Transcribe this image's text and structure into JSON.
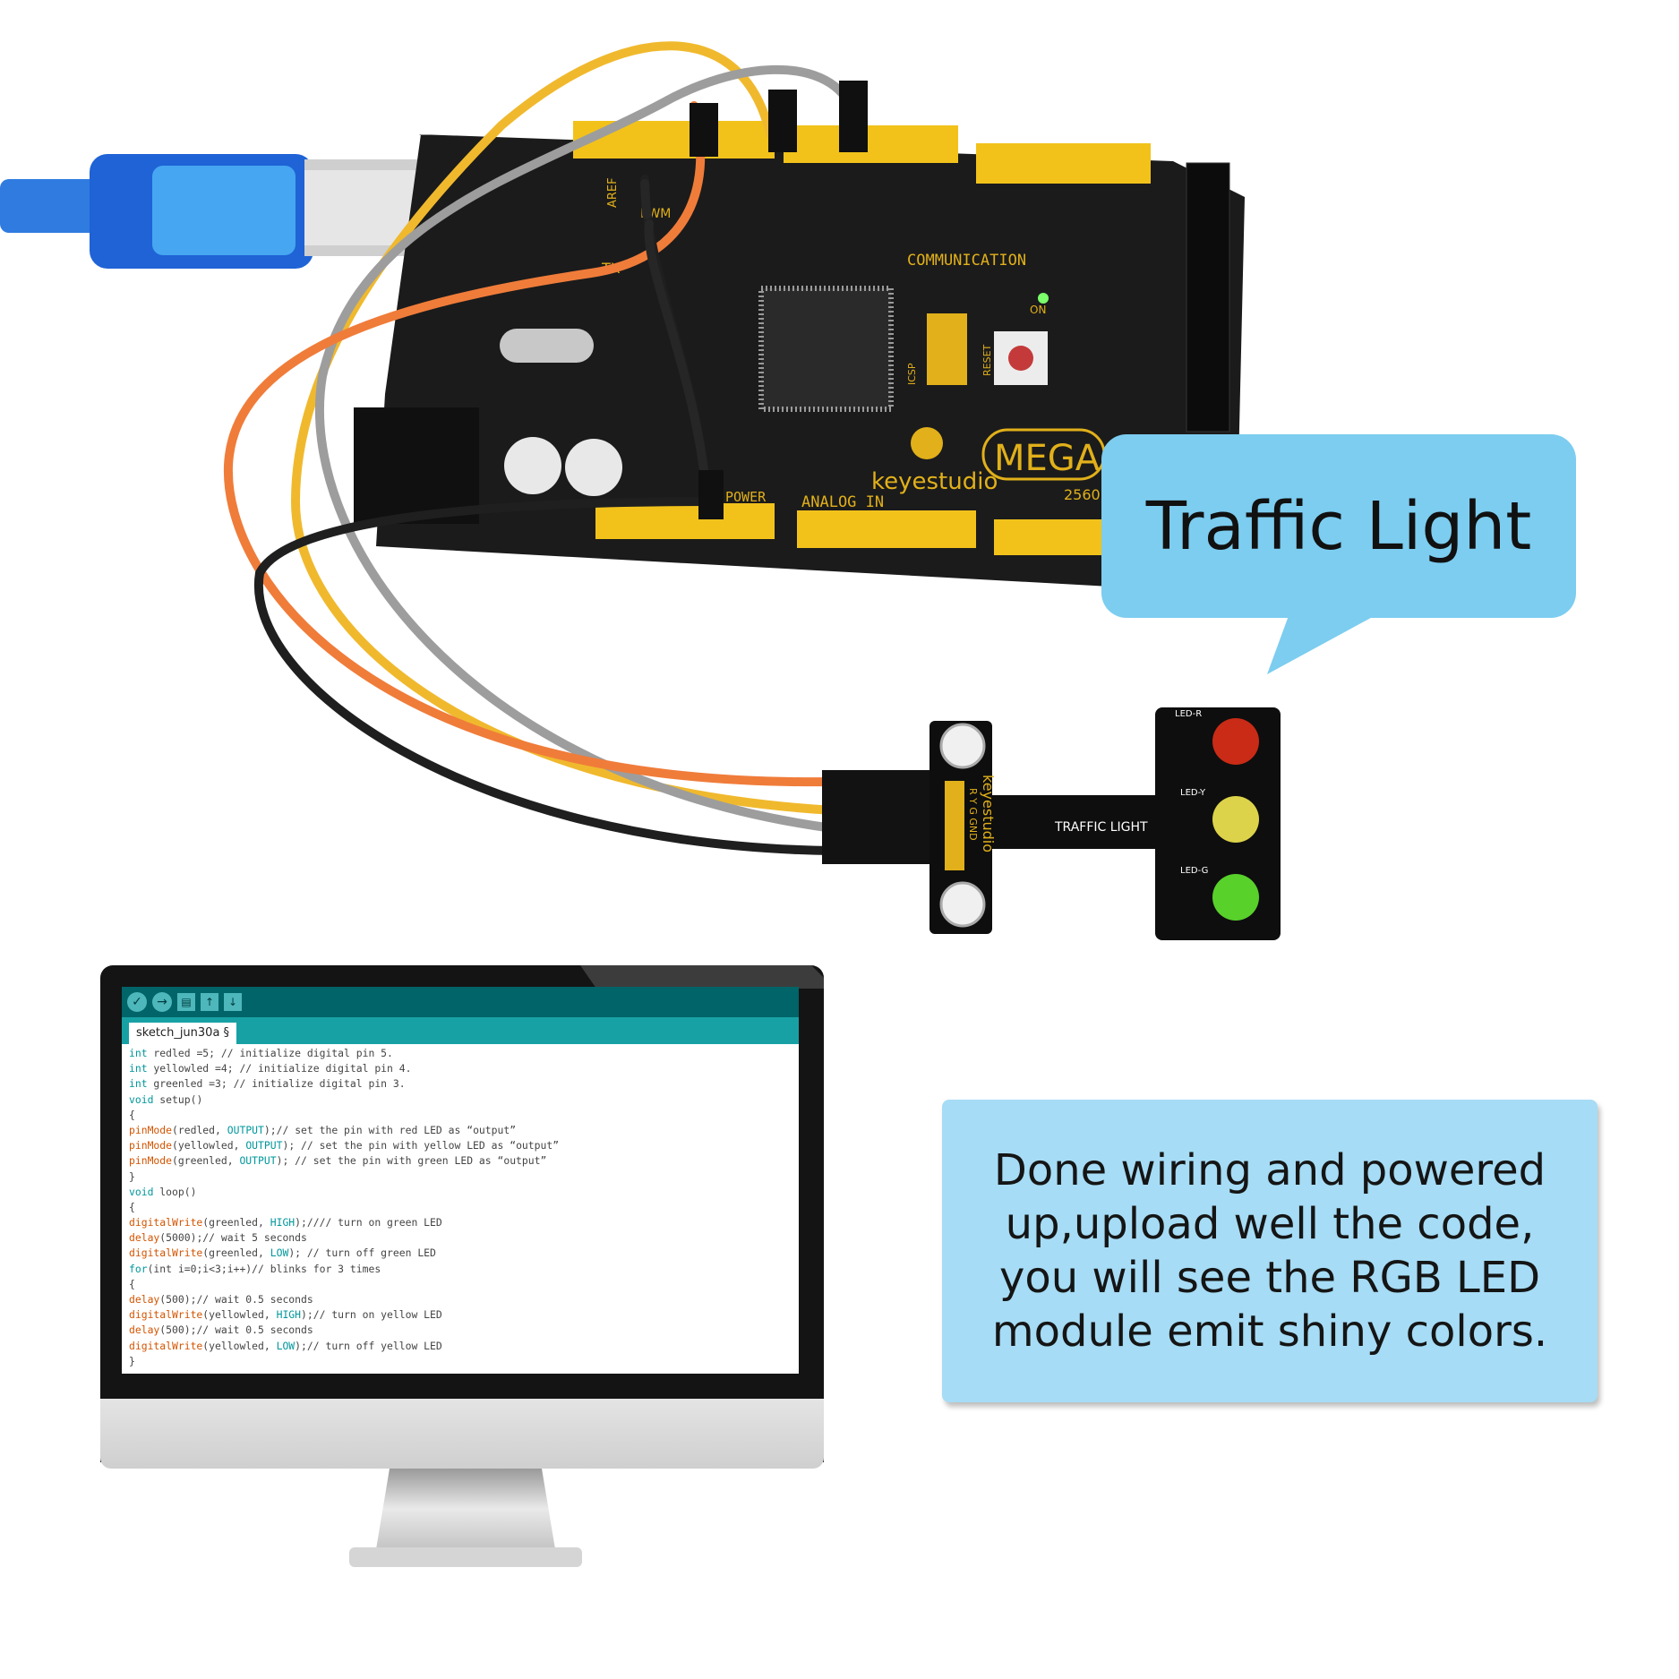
{
  "bubble": {
    "title": "Traffic Light"
  },
  "info_box": {
    "lines": [
      "Done wiring and powered",
      "up,upload well the code,",
      "you will see the RGB LED",
      "module emit shiny colors."
    ]
  },
  "board": {
    "brand": "keyestudio",
    "model": "MEGA",
    "model_number": "2560",
    "labels": {
      "communication": "COMMUNICATION",
      "analog_in": "ANALOG IN",
      "power": "POWER",
      "on": "ON",
      "reset": "RESET",
      "icsp": "ICSP",
      "tx": "TX",
      "pwm": "PWM",
      "aref": "AREF"
    }
  },
  "module": {
    "name": "TRAFFIC LIGHT",
    "brand": "keyestudio",
    "pins": "R  Y  G  GND",
    "led_labels": [
      "LED-R",
      "LED-Y",
      "LED-G"
    ]
  },
  "ide": {
    "tab_label": "sketch_jun30a §",
    "code_lines": [
      "int redled =5; // initialize digital pin 5.",
      "int yellowled =4; // initialize digital pin 4.",
      "int greenled =3; // initialize digital pin 3.",
      "void setup()",
      "{",
      "pinMode(redled, OUTPUT);// set the pin with red LED as “output”",
      "pinMode(yellowled, OUTPUT); // set the pin with yellow LED as “output”",
      "pinMode(greenled, OUTPUT); // set the pin with green LED as “output”",
      "}",
      "void loop()",
      "{",
      "digitalWrite(greenled, HIGH);//// turn on green LED",
      "delay(5000);// wait 5 seconds",
      "digitalWrite(greenled, LOW); // turn off green LED",
      "for(int i=0;i<3;i++)// blinks for 3 times",
      "{",
      "delay(500);// wait 0.5 seconds",
      "digitalWrite(yellowled, HIGH);// turn on yellow LED",
      "delay(500);// wait 0.5 seconds",
      "digitalWrite(yellowled, LOW);// turn off yellow LED",
      "}"
    ]
  },
  "colors": {
    "bubble": "#7ccdf0",
    "info_box": "#a6dcf5",
    "board": "#1b1b1b",
    "header_yellow": "#f2c21b",
    "ide_toolbar": "#006468",
    "ide_tabbar": "#17a1a5",
    "usb_cable": "#1f63d6"
  }
}
